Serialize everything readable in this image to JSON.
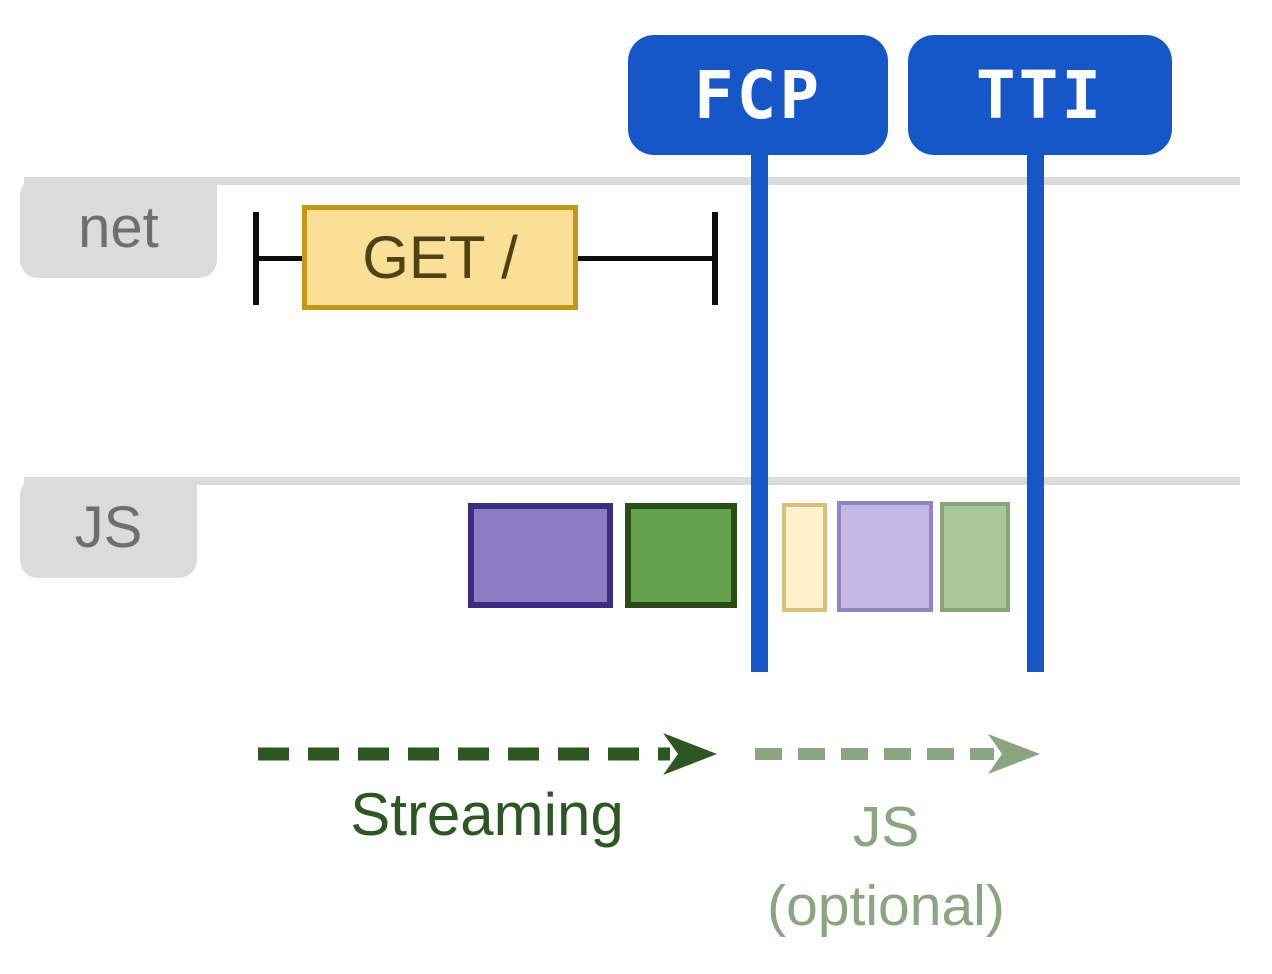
{
  "badges": {
    "fcp": "FCP",
    "tti": "TTI"
  },
  "rows": {
    "net": {
      "label": "net"
    },
    "js": {
      "label": "JS"
    }
  },
  "net_request": {
    "label": "GET /"
  },
  "js_blocks": [
    {
      "name": "js-chunk-purple",
      "fill": "#8C7EC5",
      "border": "#3E2C82"
    },
    {
      "name": "js-chunk-green",
      "fill": "#64A24D",
      "border": "#2A4D15"
    },
    {
      "name": "js-chunk-cream-faded",
      "fill": "#FDF2CC",
      "border": "#D9C07C"
    },
    {
      "name": "js-chunk-purple-faded",
      "fill": "#C3B7E3",
      "border": "#9184C2"
    },
    {
      "name": "js-chunk-green-faded",
      "fill": "#A9C89A",
      "border": "#87A47B"
    }
  ],
  "annotations": {
    "streaming": {
      "label": "Streaming"
    },
    "js_optional": {
      "label": "JS",
      "sublabel": "(optional)"
    }
  },
  "colors": {
    "badge_blue": "#1557C8",
    "badge_text": "#FFFFFF",
    "lane_gray": "#DBDBDB",
    "lane_label_gray": "#6E6E6E",
    "request_fill": "#FAE096",
    "request_border": "#C69614",
    "request_text": "#504214",
    "whisker_black": "#0D0D0D",
    "streaming_green": "#2D5722",
    "optional_sage": "#8BA583"
  }
}
